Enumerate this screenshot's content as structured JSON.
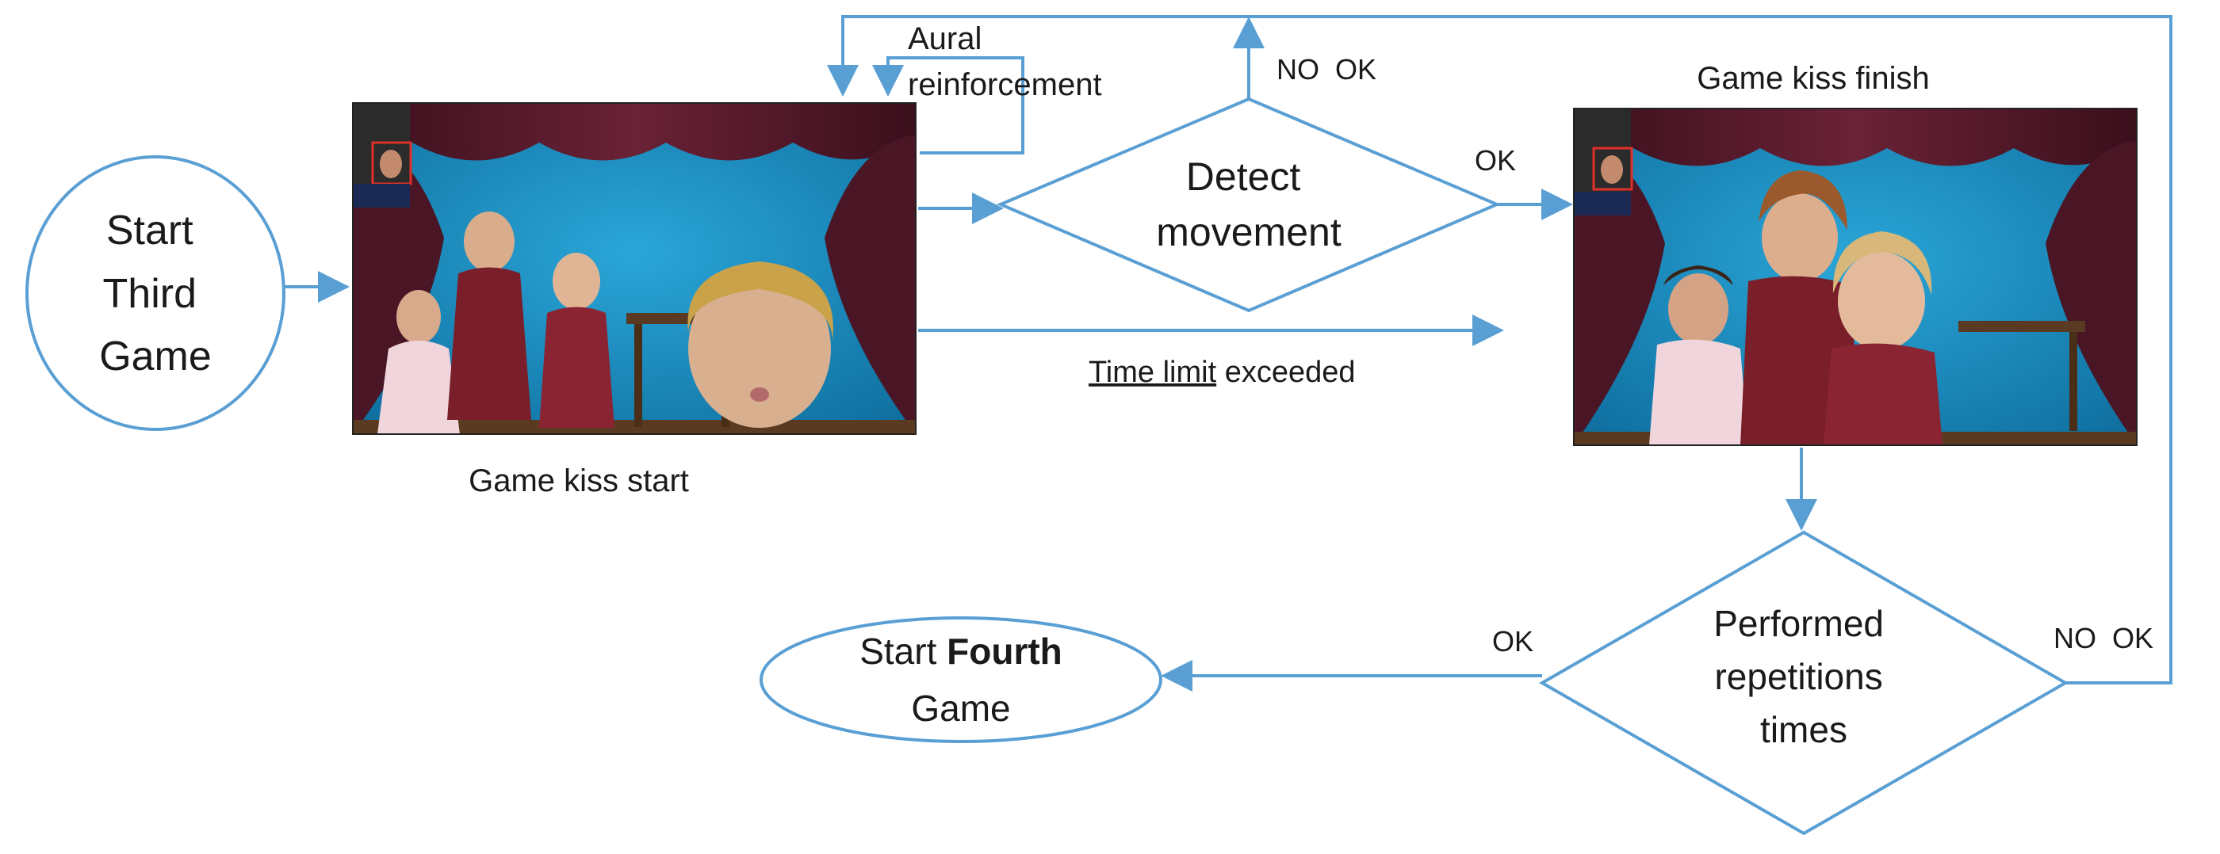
{
  "nodes": {
    "start_third": {
      "lines": [
        "Start",
        "Third",
        "Game"
      ]
    },
    "start_fourth": {
      "prefix": "Start ",
      "bold": "Fourth",
      "line2": "Game"
    },
    "detect": {
      "lines": [
        "Detect",
        "movement"
      ]
    },
    "performed": {
      "lines": [
        "Performed",
        "repetitions",
        "times"
      ]
    }
  },
  "images": {
    "start_caption": "Game kiss start",
    "finish_caption": "Game kiss finish"
  },
  "labels": {
    "aural_1": "Aural",
    "aural_2": "reinforcement",
    "no_ok_top": "NO  OK",
    "ok_detect": "OK",
    "time_limit": "Time limit",
    "exceeded": " exceeded",
    "ok_performed": "OK",
    "no_ok_right": "NO  OK"
  },
  "colors": {
    "arrow": "#5a9fd4",
    "curtain": "#4a1626",
    "backdrop": "#1f97c9",
    "face_box": "#e0302a"
  }
}
